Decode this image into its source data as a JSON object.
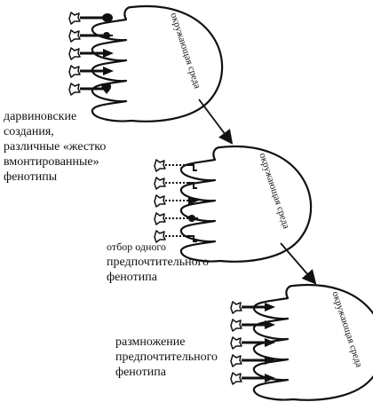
{
  "environment_label": "окружающая среда",
  "captions": {
    "darwinian": [
      "дарвиновские",
      "создания,",
      "различные «жестко",
      "вмонтированные»",
      "фенотипы"
    ],
    "selection": [
      "отбор одного",
      "предпочтительного",
      "фенотипа"
    ],
    "reproduction": [
      "размножение",
      "предпочтительного",
      "фенотипа"
    ]
  },
  "stages": [
    {
      "id": "stage-1",
      "creature_tips": [
        "blob",
        "pin",
        "arrow",
        "triangle",
        "heart"
      ],
      "creature_style": "solid"
    },
    {
      "id": "stage-2",
      "creature_tips": [
        "hook",
        "hook",
        "arrow",
        "pin",
        "hook"
      ],
      "creature_style": "dotted"
    },
    {
      "id": "stage-3",
      "creature_tips": [
        "arrow",
        "arrow",
        "arrow",
        "arrow",
        "arrow"
      ],
      "creature_style": "solid"
    }
  ],
  "colors": {
    "ink": "#111111",
    "background": "#ffffff"
  }
}
